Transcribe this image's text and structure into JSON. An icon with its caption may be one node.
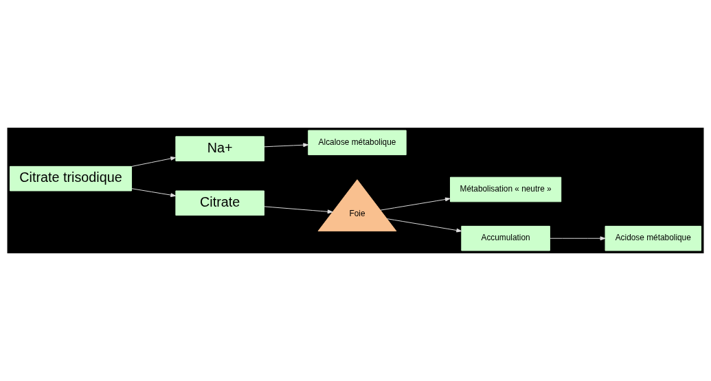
{
  "diagram": {
    "nodes": [
      {
        "text": [
          "Citrate trisodique"
        ]
      },
      {
        "text": [
          "Na+"
        ]
      },
      {
        "text": [
          "Citrate"
        ]
      },
      {
        "text": [
          "Alcalose métabolique"
        ]
      },
      {
        "text": [
          "Foie"
        ]
      },
      {
        "text": [
          "Métabolisation « neutre »"
        ]
      },
      {
        "text": [
          "Accumulation"
        ]
      },
      {
        "text": [
          "Acidose métabolique"
        ]
      }
    ],
    "edges": [
      {
        "from": 0,
        "to": 1,
        "arrow": "to"
      },
      {
        "from": 0,
        "to": 2,
        "arrow": "to"
      },
      {
        "from": 1,
        "to": 3,
        "arrow": "to"
      },
      {
        "from": 2,
        "to": 4,
        "arrow": "to"
      },
      {
        "from": 4,
        "to": 5,
        "arrow": "to"
      },
      {
        "from": 4,
        "to": 6,
        "arrow": "to"
      },
      {
        "from": 6,
        "to": 7,
        "arrow": "to"
      }
    ]
  }
}
